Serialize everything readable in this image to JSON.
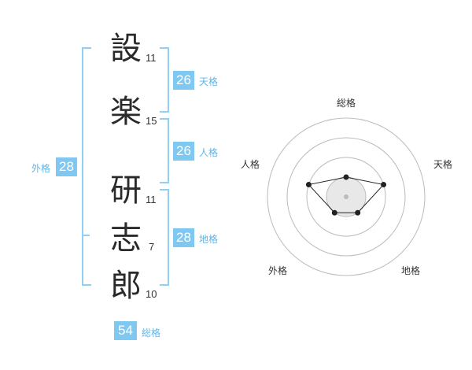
{
  "name_chars": [
    {
      "char": "設",
      "strokes": "11"
    },
    {
      "char": "楽",
      "strokes": "15"
    },
    {
      "char": "研",
      "strokes": "11"
    },
    {
      "char": "志",
      "strokes": "7"
    },
    {
      "char": "郎",
      "strokes": "10"
    }
  ],
  "fortune": {
    "tenkaku": {
      "label": "天格",
      "value": "26"
    },
    "jinkaku": {
      "label": "人格",
      "value": "26"
    },
    "chikaku": {
      "label": "地格",
      "value": "28"
    },
    "gaikaku": {
      "label": "外格",
      "value": "28"
    },
    "soukaku": {
      "label": "総格",
      "value": "54"
    }
  },
  "radar": {
    "axes": [
      "総格",
      "天格",
      "地格",
      "外格",
      "人格"
    ],
    "levels": 4,
    "values": [
      1,
      2,
      1,
      1,
      2
    ],
    "max": 4
  }
}
